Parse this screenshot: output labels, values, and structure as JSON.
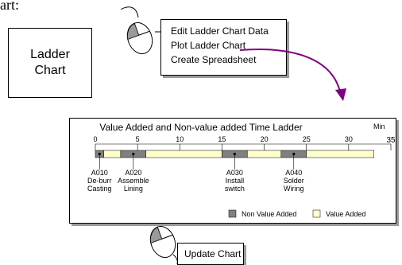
{
  "heading": "art:",
  "ladder_box": {
    "line1": "Ladder",
    "line2": "Chart"
  },
  "menu": {
    "items": [
      "Edit Ladder Chart Data",
      "Plot Ladder Chart",
      "Create Spreadsheet"
    ]
  },
  "update_button": "Update Chart",
  "icons": {
    "mouse": "mouse-icon",
    "arrow": "curved-arrow-icon"
  },
  "colors": {
    "non_value_added": "#808080",
    "value_added": "#ffffcc",
    "arrow": "#800080"
  },
  "chart_data": {
    "type": "bar",
    "title": "Value Added and Non-value added Time Ladder",
    "unit": "Min",
    "xlim": [
      0,
      35
    ],
    "xticks": [
      0,
      5,
      10,
      15,
      20,
      25,
      30,
      35
    ],
    "legend": {
      "position": "bottom-right",
      "non_value_added": "Non Value Added",
      "value_added": "Value Added"
    },
    "segments": [
      {
        "start": 0,
        "end": 1,
        "kind": "non_value_added"
      },
      {
        "start": 1,
        "end": 3,
        "kind": "value_added"
      },
      {
        "start": 3,
        "end": 6,
        "kind": "non_value_added"
      },
      {
        "start": 6,
        "end": 15,
        "kind": "value_added"
      },
      {
        "start": 15,
        "end": 18,
        "kind": "non_value_added"
      },
      {
        "start": 18,
        "end": 22,
        "kind": "value_added"
      },
      {
        "start": 22,
        "end": 25,
        "kind": "non_value_added"
      },
      {
        "start": 25,
        "end": 33,
        "kind": "value_added"
      }
    ],
    "activities": [
      {
        "at": 0.5,
        "lines": [
          "A010",
          "De-burr",
          "Casting"
        ]
      },
      {
        "at": 4.5,
        "lines": [
          "A020",
          "Assemble",
          "Lining"
        ]
      },
      {
        "at": 16.5,
        "lines": [
          "A030",
          "Install",
          "switch"
        ]
      },
      {
        "at": 23.5,
        "lines": [
          "A040",
          "Solder",
          "Wiring"
        ]
      }
    ]
  }
}
